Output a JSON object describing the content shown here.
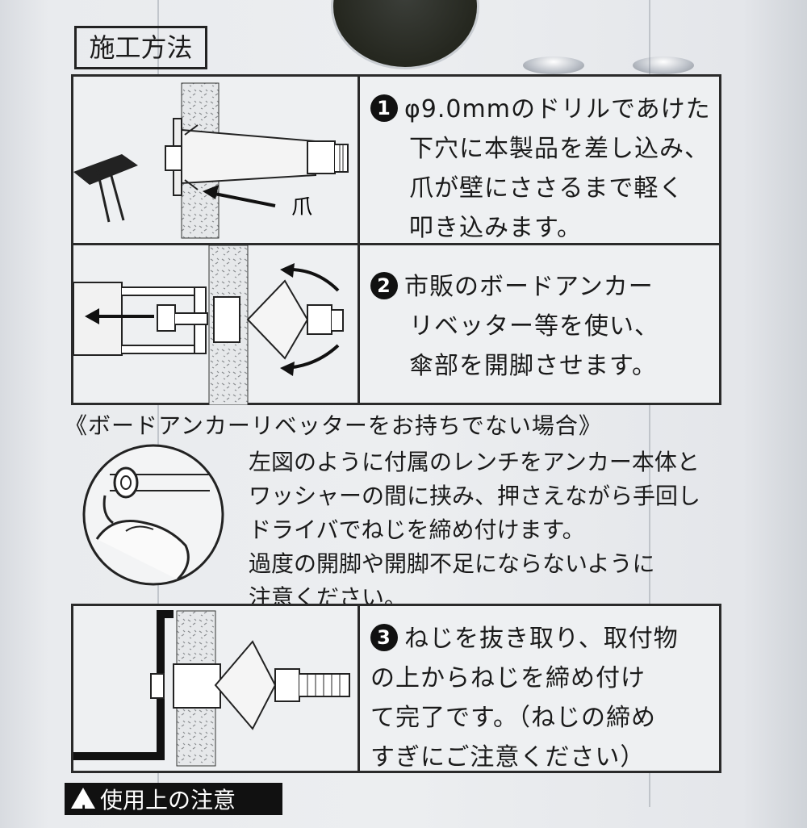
{
  "heading": "施工方法",
  "steps": [
    {
      "num": "1",
      "lines": [
        "φ9.0mmのドリルであけた",
        "下穴に本製品を差し込み、",
        "爪が壁にささるまで軽く",
        "叩き込みます。"
      ],
      "callout": "爪"
    },
    {
      "num": "2",
      "lines": [
        "市販のボードアンカー",
        "リベッター等を使い、",
        "傘部を開脚させます。"
      ]
    },
    {
      "num": "3",
      "lines": [
        "ねじを抜き取り、取付物",
        "の上からねじを締め付け",
        "て完了です。（ねじの締め",
        "すぎにご注意ください）"
      ]
    }
  ],
  "alt_heading": "《ボードアンカーリベッターをお持ちでない場合》",
  "alt_lines": [
    "左図のように付属のレンチをアンカー本体と",
    "ワッシャーの間に挟み、押さえながら手回し",
    "ドライバでねじを締め付けます。",
    "過度の開脚や開脚不足にならないように",
    "注意ください。"
  ],
  "warning": "使用上の注意"
}
